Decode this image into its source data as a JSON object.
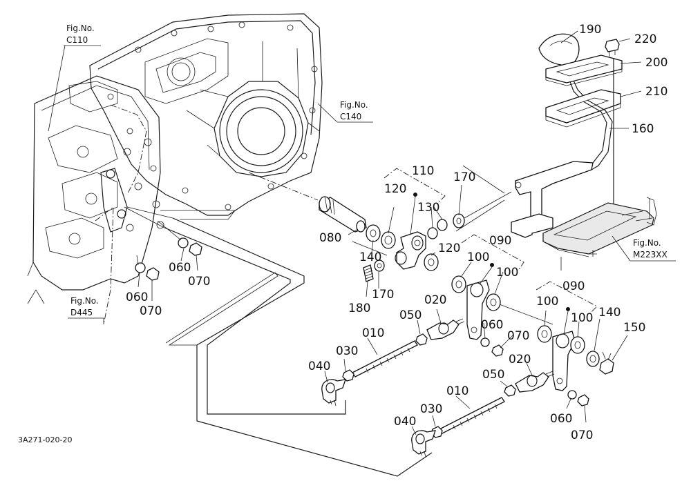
{
  "figure_refs": {
    "c110": {
      "label": "Fig.No.",
      "code": "C110"
    },
    "c140": {
      "label": "Fig.No.",
      "code": "C140"
    },
    "m223xx": {
      "label": "Fig.No.",
      "code": "M223XX"
    },
    "d445": {
      "label": "Fig.No.",
      "code": "D445"
    }
  },
  "part_numbers": {
    "p190": "190",
    "p220": "220",
    "p200": "200",
    "p210": "210",
    "p160": "160",
    "p110": "110",
    "p170a": "170",
    "p120a": "120",
    "p130": "130",
    "p080": "080",
    "p140a": "140",
    "p120b": "120",
    "p090a": "090",
    "p170b": "170",
    "p180": "180",
    "p100a": "100",
    "p100b": "100",
    "p060a": "060",
    "p070a": "070",
    "p060b": "060",
    "p070b": "070",
    "p090b": "090",
    "p100c": "100",
    "p100d": "100",
    "p140b": "140",
    "p150": "150",
    "p020a": "020",
    "p050a": "050",
    "p010a": "010",
    "p030a": "030",
    "p040a": "040",
    "p060c": "060",
    "p070c": "070",
    "p020b": "020",
    "p050b": "050",
    "p010b": "010",
    "p030b": "030",
    "p040b": "040",
    "p060d": "060",
    "p070d": "070"
  },
  "drawing_code": "3A271-020-20"
}
